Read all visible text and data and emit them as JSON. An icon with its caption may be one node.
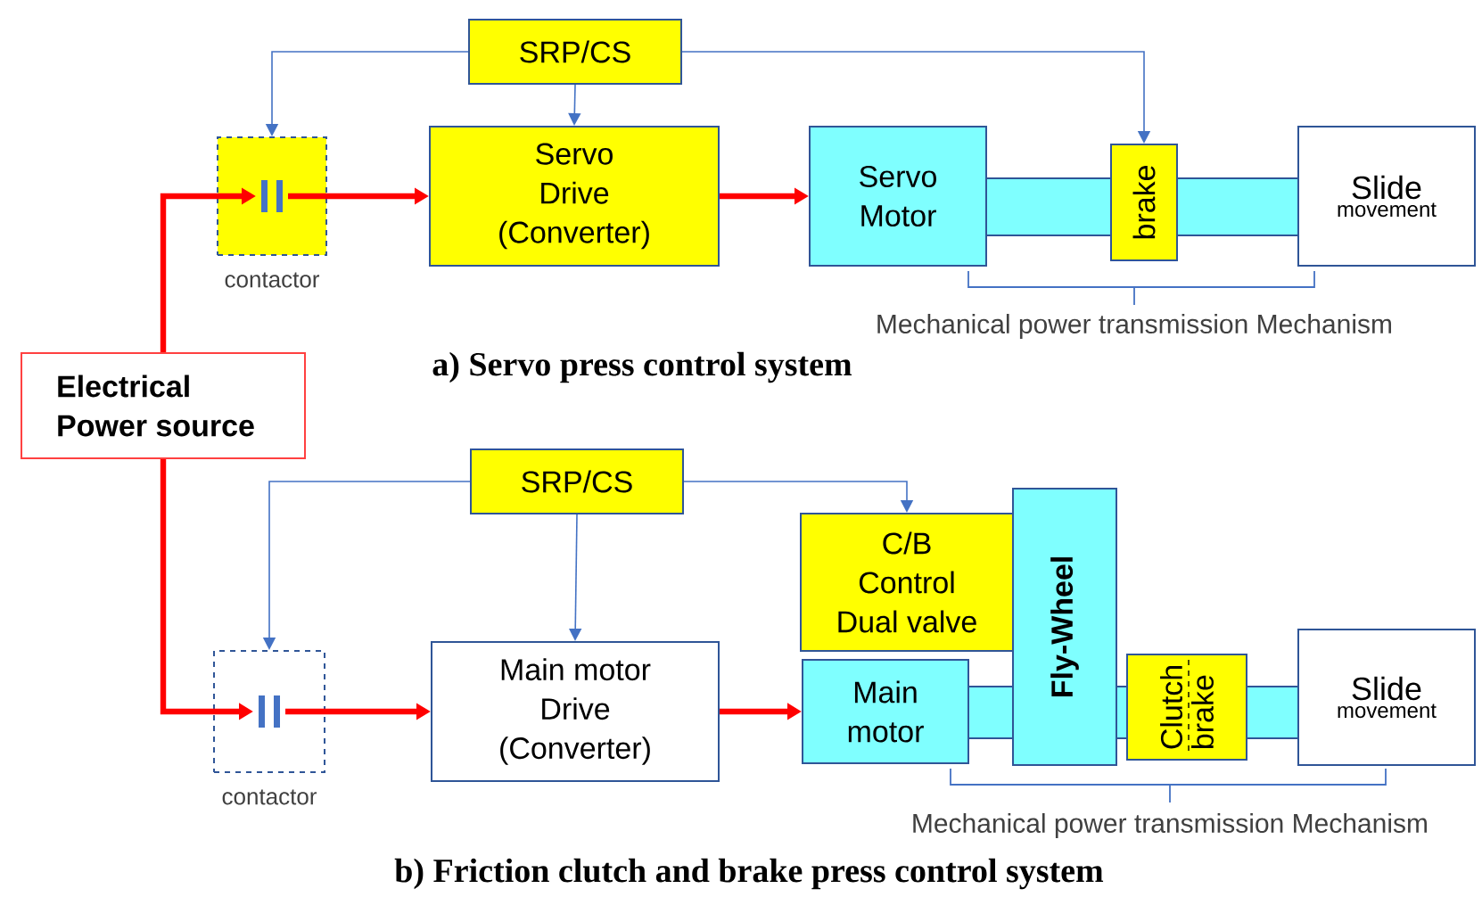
{
  "diagram": {
    "nodes": [
      {
        "text": [
          "SRP/CS"
        ]
      },
      {
        "text": [],
        "shape": "box",
        "beside": [
          "contactor"
        ]
      },
      {
        "text": [
          "Servo Drive (Converter)"
        ]
      },
      {
        "text": [
          "Servo Motor"
        ]
      },
      {
        "text": [
          "brake"
        ]
      },
      {
        "text": [
          "Slide",
          "movement"
        ]
      },
      {
        "text": [
          "Electrical Power source"
        ]
      },
      {
        "text": [
          "SRP/CS"
        ]
      },
      {
        "text": [],
        "shape": "box",
        "beside": [
          "contactor"
        ]
      },
      {
        "text": [
          "Main motor Drive (Converter)"
        ]
      },
      {
        "text": [
          "C/B Control Dual valve"
        ]
      },
      {
        "text": [
          "Fly-Wheel"
        ]
      },
      {
        "text": [
          "Main motor"
        ]
      },
      {
        "text": [
          "Clutch",
          "brake"
        ]
      },
      {
        "text": [
          "Slide",
          "movement"
        ]
      }
    ],
    "edges": [
      {
        "from": 0,
        "to": 1,
        "arrow": "to"
      },
      {
        "from": 0,
        "to": 2,
        "arrow": "to"
      },
      {
        "from": 0,
        "to": 4,
        "arrow": "to"
      },
      {
        "from": 6,
        "to": 1,
        "arrow": "to",
        "style": "thick",
        "color": "#ff0000"
      },
      {
        "from": 1,
        "to": 2,
        "arrow": "to",
        "style": "thick",
        "color": "#ff0000"
      },
      {
        "from": 2,
        "to": 3,
        "arrow": "to",
        "style": "thick",
        "color": "#ff0000"
      },
      {
        "from": 7,
        "to": 8,
        "arrow": "to"
      },
      {
        "from": 7,
        "to": 9,
        "arrow": "to"
      },
      {
        "from": 7,
        "to": 10,
        "arrow": "to"
      },
      {
        "from": 6,
        "to": 8,
        "arrow": "to",
        "style": "thick",
        "color": "#ff0000"
      },
      {
        "from": 8,
        "to": 9,
        "arrow": "to",
        "style": "thick",
        "color": "#ff0000"
      },
      {
        "from": 9,
        "to": 12,
        "arrow": "to",
        "style": "thick",
        "color": "#ff0000"
      }
    ],
    "labels": [
      "Mechanical power transmission Mechanism",
      "a) Servo press control system",
      "Mechanical power transmission Mechanism",
      "b) Friction clutch and brake press control system"
    ]
  }
}
